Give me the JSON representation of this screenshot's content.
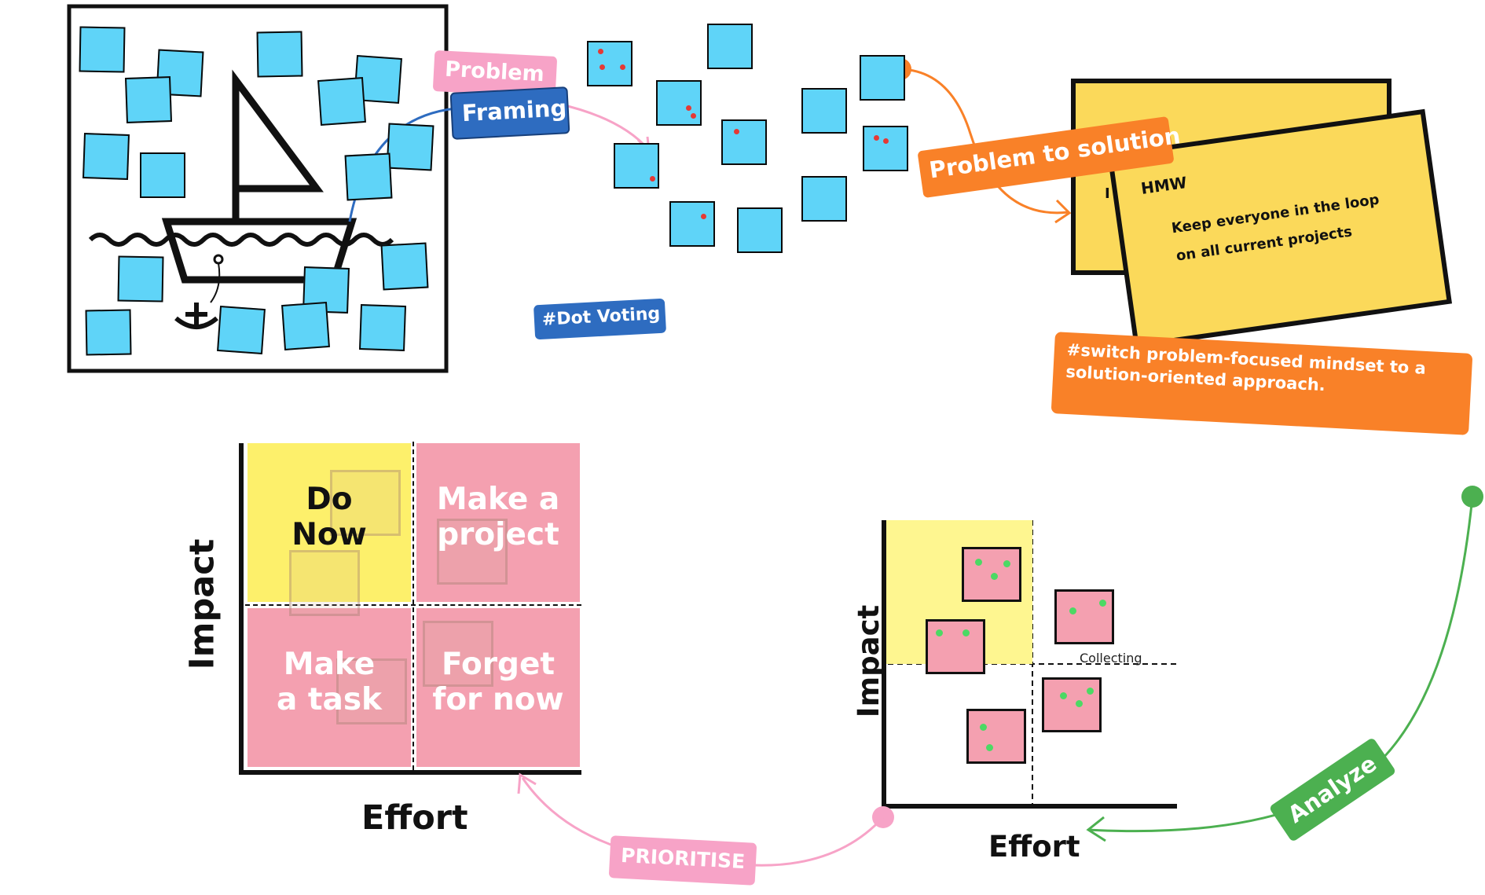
{
  "labels": {
    "problem": "Problem",
    "framing": "Framing",
    "dot_voting": "#Dot Voting",
    "problem_to_solution": "Problem to solution",
    "hmw_back": "I",
    "hmw_title": "HMW",
    "hmw_line1": "Keep everyone in the loop",
    "hmw_line2": "on all current projects",
    "switch_line1": "#switch problem-focused mindset to a",
    "switch_line2": "solution-oriented approach.",
    "prioritise": "PRIORITISE",
    "analyze": "Analyze",
    "collecting": "Collecting"
  },
  "matrix": {
    "do_now_1": "Do",
    "do_now_2": "Now",
    "make_project_1": "Make a",
    "make_project_2": "project",
    "make_task_1": "Make",
    "make_task_2": "a task",
    "forget_1": "Forget",
    "forget_2": "for now",
    "y_axis": "Impact",
    "x_axis": "Effort"
  },
  "chart": {
    "y_axis": "Impact",
    "x_axis": "Effort"
  },
  "colors": {
    "note_blue": "#5fd4f8",
    "yellow": "#fdf06b",
    "pink": "#f4a0b0",
    "orange": "#f98128",
    "dark_blue": "#2e6cc0",
    "green": "#4cb050",
    "magenta_pink": "#f7a3c7"
  }
}
